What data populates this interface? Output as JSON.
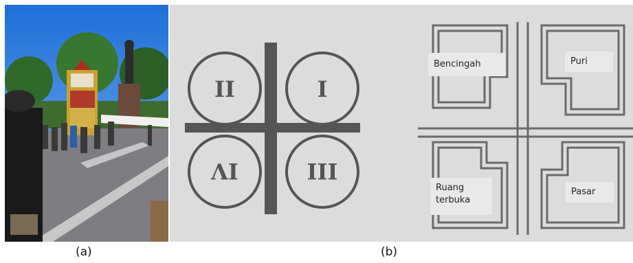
{
  "captions": {
    "a": "(a)",
    "b": "(b)"
  },
  "mandala_quadrants": [
    "II",
    "I",
    "IV",
    "III"
  ],
  "site_plan_labels": {
    "bencingah": "Bencingah",
    "puri": "Puri",
    "ruang_line1": "Ruang",
    "ruang_line2": "terbuka",
    "pasar": "Pasar"
  },
  "colors": {
    "sky": "#2f7fe0",
    "paper": "#d9d9d9",
    "ink": "#4a4a4a"
  }
}
